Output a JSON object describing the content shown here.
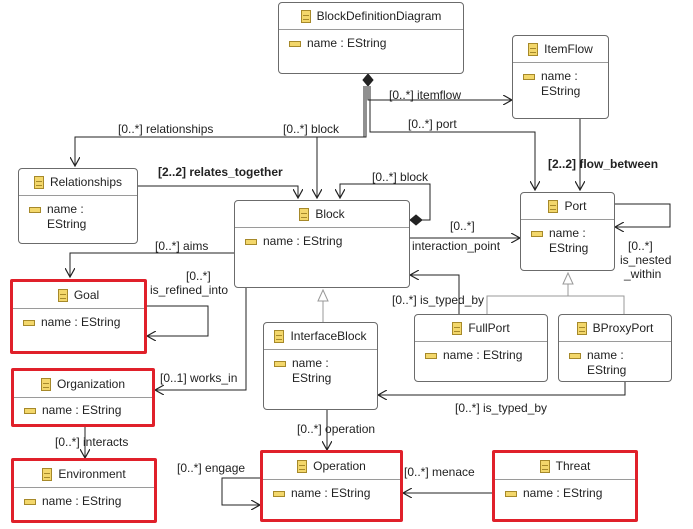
{
  "classes": {
    "bdd": {
      "name": "BlockDefinitionDiagram",
      "attr": "name : EString"
    },
    "itemflow": {
      "name": "ItemFlow",
      "attr": "name : EString"
    },
    "relationships": {
      "name": "Relationships",
      "attr": "name : EString"
    },
    "block": {
      "name": "Block",
      "attr": "name : EString"
    },
    "port": {
      "name": "Port",
      "attr": "name : EString"
    },
    "goal": {
      "name": "Goal",
      "attr": "name : EString"
    },
    "interfaceblock": {
      "name": "InterfaceBlock",
      "attr": "name : EString"
    },
    "fullport": {
      "name": "FullPort",
      "attr": "name : EString"
    },
    "bproxyport": {
      "name": "BProxyPort",
      "attr": "name : EString"
    },
    "organization": {
      "name": "Organization",
      "attr": "name : EString"
    },
    "environment": {
      "name": "Environment",
      "attr": "name : EString"
    },
    "operation": {
      "name": "Operation",
      "attr": "name : EString"
    },
    "threat": {
      "name": "Threat",
      "attr": "name : EString"
    }
  },
  "labels": {
    "itemflow_ref": "[0..*] itemflow",
    "relationships_ref": "[0..*] relationships",
    "block_ref": "[0..*] block",
    "port_ref": "[0..*] port",
    "relates_together": "[2..2] relates_together",
    "flow_between": "[2..2] flow_between",
    "block_self": "[0..*] block",
    "interaction_mult": "[0..*]",
    "interaction_name": "interaction_point",
    "aims": "[0..*] aims",
    "refined_mult": "[0..*]",
    "refined_name": "is_refined_into",
    "nested_mult": "[0..*]",
    "nested_name1": "is_nested",
    "nested_name2": "_within",
    "typed_by_full": "[0..*] is_typed_by",
    "works_in": "[0..1] works_in",
    "typed_by_proxy": "[0..*] is_typed_by",
    "interacts": "[0..*] interacts",
    "operation_ref": "[0..*] operation",
    "engage": "[0..*] engage",
    "menace": "[0..*] menace"
  },
  "colors": {
    "highlight": "#e0202a",
    "line": "#222222",
    "border": "#6b6b6b",
    "icon": "#f3d76b"
  },
  "icons": {
    "class": "eclass-icon",
    "attribute": "eattribute-icon"
  }
}
